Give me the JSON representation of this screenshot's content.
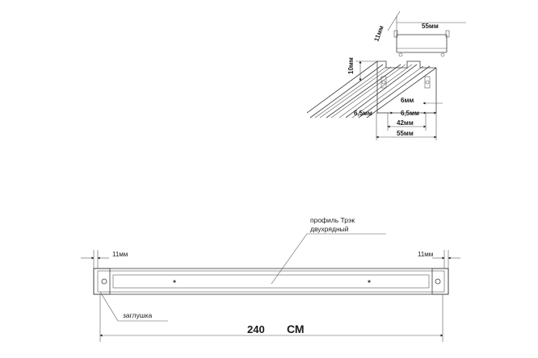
{
  "profile": {
    "label_line1": "профиль Трэк",
    "label_line2": "двухрядный",
    "end_cap_label": "заглушка",
    "left_gap": "11мм",
    "right_gap": "11мм",
    "length_value": "240",
    "length_unit": "СМ"
  },
  "section": {
    "top_width": "55мм",
    "top_height": "11мм",
    "side_height": "10мм",
    "dim_6mm": "6мм",
    "dim_6_5_left": "6,5мм",
    "dim_6_5_right": "6,5мм",
    "dim_42": "42мм",
    "dim_55_bottom": "55мм"
  },
  "colors": {
    "line": "#3a3a3a",
    "text": "#1a1a1a",
    "background": "#ffffff"
  }
}
